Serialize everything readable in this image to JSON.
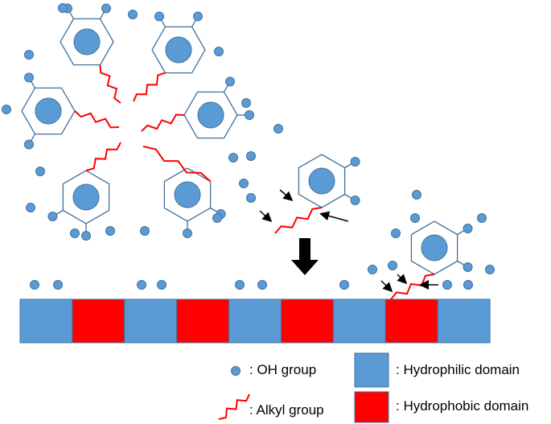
{
  "colors": {
    "hydrophilic": "#5b9bd5",
    "hydrophobic": "#ff0000",
    "oh_dot": "#5b9bd5",
    "dot_outline": "#41719c",
    "ring_outline": "#41719c",
    "alkyl": "#ff0000",
    "arrow": "#000000"
  },
  "icons": {
    "oh_group": "oh-dot-icon",
    "alkyl_group": "alkyl-zigzag-icon",
    "hydrophilic_domain": "blue-square-icon",
    "hydrophobic_domain": "red-square-icon",
    "process_arrow": "down-arrow-icon"
  },
  "surface": {
    "domains": [
      "hydrophilic",
      "hydrophobic",
      "hydrophilic",
      "hydrophobic",
      "hydrophilic",
      "hydrophobic",
      "hydrophilic",
      "hydrophobic",
      "hydrophilic"
    ]
  },
  "legend": {
    "oh_label": ": OH group",
    "alkyl_label": ": Alkyl group",
    "hydrophilic_label": ": Hydrophilic domain",
    "hydrophobic_label": ": Hydrophobic domain"
  }
}
